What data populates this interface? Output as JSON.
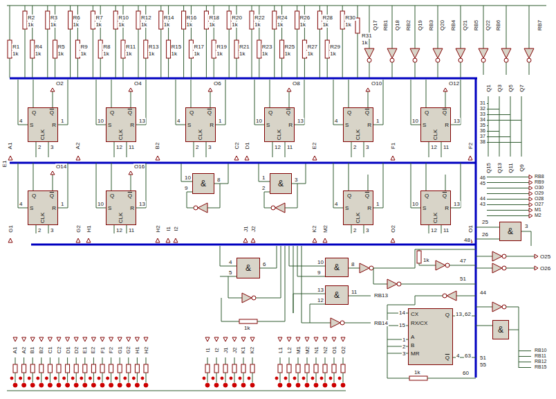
{
  "diagram": {
    "nodes": [
      {
        "text": [
          "S",
          "R",
          "CLK",
          "Q",
          "Q"
        ]
      },
      {
        "text": [
          "S",
          "R",
          "CLK",
          "Q",
          "Q"
        ]
      },
      {
        "text": [
          "S",
          "R",
          "CLK",
          "Q",
          "Q"
        ]
      },
      {
        "text": [
          "S",
          "R",
          "CLK",
          "Q",
          "Q"
        ]
      },
      {
        "text": [
          "S",
          "R",
          "CLK",
          "Q",
          "Q"
        ]
      },
      {
        "text": [
          "S",
          "R",
          "CLK",
          "Q",
          "Q"
        ]
      },
      {
        "text": [
          "S",
          "R",
          "CLK",
          "Q",
          "Q"
        ]
      },
      {
        "text": [
          "S",
          "R",
          "CLK",
          "Q",
          "Q"
        ]
      },
      {
        "text": [
          "&"
        ]
      },
      {
        "text": [
          "&"
        ]
      },
      {
        "text": [
          "S",
          "R",
          "CLK",
          "Q",
          "Q"
        ]
      },
      {
        "text": [
          "S",
          "R",
          "CLK",
          "Q",
          "Q"
        ]
      },
      {
        "text": [
          "&"
        ]
      },
      {
        "text": [
          "&"
        ]
      },
      {
        "text": [
          "&"
        ]
      },
      {
        "text": [
          "&"
        ]
      },
      {
        "text": [
          "CX",
          "RX/CX",
          "A",
          "B",
          "MR",
          "Q",
          "Q"
        ]
      },
      {
        "text": [
          "&"
        ]
      }
    ],
    "labels": [
      "R2",
      "1k",
      "R3",
      "1k",
      "R6",
      "1k",
      "R7",
      "1k",
      "R10",
      "1k",
      "R12",
      "1k",
      "R14",
      "1k",
      "R16",
      "1k",
      "R18",
      "1k",
      "R20",
      "1k",
      "R22",
      "1k",
      "R24",
      "1k",
      "R26",
      "1k",
      "R28",
      "1k",
      "R30",
      "1k",
      "R1",
      "1k",
      "R4",
      "1k",
      "R5",
      "1k",
      "R9",
      "1k",
      "R8",
      "1k",
      "R11",
      "1k",
      "R13",
      "1k",
      "R15",
      "1k",
      "R17",
      "1k",
      "R19",
      "1k",
      "R21",
      "1k",
      "R23",
      "1k",
      "R25",
      "1k",
      "R27",
      "1k",
      "R29",
      "1k",
      "R31",
      "1k",
      "Q17",
      "RB1",
      "Q18",
      "RB2",
      "Q19",
      "RB3",
      "Q20",
      "RB4",
      "Q21",
      "RB5",
      "Q22",
      "RB6",
      "RB7",
      "O2",
      "O4",
      "O6",
      "O8",
      "O10",
      "O12",
      "O14",
      "O16",
      "A1",
      "A2",
      "B2",
      "C2",
      "D1",
      "E2",
      "F1",
      "F2",
      "E1",
      "G1",
      "G2",
      "H1",
      "H2",
      "I1",
      "I2",
      "J1",
      "J2",
      "K2",
      "M2",
      "O2",
      "O1",
      "31",
      "32",
      "33",
      "34",
      "35",
      "36",
      "37",
      "38",
      "46",
      "45",
      "44",
      "43",
      "Q1",
      "Q3",
      "Q5",
      "Q7",
      "Q15",
      "Q13",
      "Q11",
      "Q9",
      "RB8",
      "RB9",
      "O30",
      "O29",
      "O28",
      "O27",
      "M1",
      "M2",
      "25",
      "26",
      "3",
      "O25",
      "O26",
      "48",
      "47",
      "51",
      "44",
      "51",
      "55",
      "60",
      "RB13",
      "RB14",
      "RB10",
      "RB11",
      "RB12",
      "RB15",
      "1k",
      "1k",
      "1k",
      "A1",
      "A2",
      "B1",
      "B2",
      "C1",
      "C2",
      "D1",
      "D2",
      "E1",
      "E2",
      "F1",
      "F2",
      "G1",
      "G2",
      "H1",
      "H2",
      "I1",
      "I2",
      "J1",
      "J2",
      "K1",
      "K2",
      "L1",
      "L2",
      "M1",
      "M2",
      "N1",
      "N2",
      "O1",
      "O2",
      "4",
      "1",
      "2",
      "3",
      "10",
      "13",
      "12",
      "11",
      "4",
      "1",
      "2",
      "3",
      "10",
      "13",
      "12",
      "11",
      "4",
      "1",
      "2",
      "3",
      "10",
      "13",
      "12",
      "11",
      "4",
      "1",
      "2",
      "3",
      "10",
      "13",
      "12",
      "11",
      "4",
      "1",
      "2",
      "3",
      "10",
      "13",
      "12",
      "11",
      "10",
      "9",
      "8",
      "1",
      "2",
      "3",
      "4",
      "5",
      "6",
      "10",
      "9",
      "8",
      "13",
      "12",
      "11",
      "14",
      "15",
      "1",
      "2",
      "3",
      "13",
      "4",
      "62",
      "63"
    ]
  }
}
